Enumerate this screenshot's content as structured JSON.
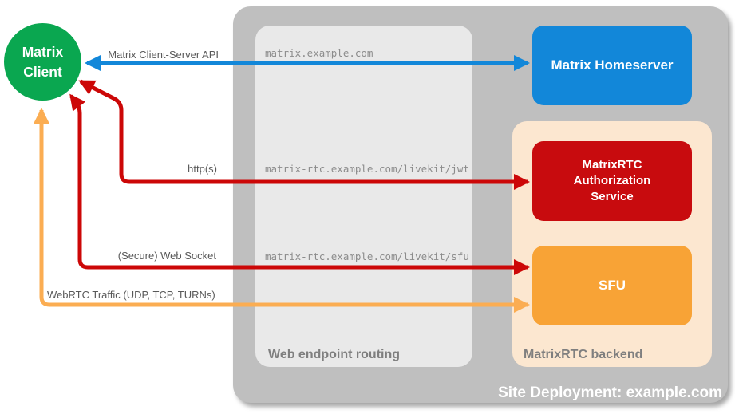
{
  "colors": {
    "green": "#0AA750",
    "blue": "#1287D9",
    "red": "#CC0707",
    "red-box": "#C80B0E",
    "orange-box": "#F8A336",
    "orange-arrow": "#FBAD52",
    "peach": "#FCE7D0",
    "gray-outer": "#BFBFBF",
    "gray-inner": "#E9E9E9",
    "label-gray": "#595959",
    "mono-gray": "#8C8C8C",
    "container-label-gray": "#7F7F7F"
  },
  "containers": {
    "site": {
      "label": "Site Deployment: example.com"
    },
    "routing": {
      "label": "Web endpoint routing"
    },
    "backend": {
      "label": "MatrixRTC backend"
    }
  },
  "nodes": {
    "client": {
      "lines": [
        "Matrix",
        "Client"
      ]
    },
    "homeserver": {
      "label": "Matrix Homeserver"
    },
    "auth_service": {
      "lines": [
        "MatrixRTC",
        "Authorization",
        "Service"
      ]
    },
    "sfu": {
      "label": "SFU"
    }
  },
  "edges": {
    "client_server_api": {
      "label": "Matrix Client-Server API",
      "endpoint": "matrix.example.com",
      "color": "#1287D9",
      "direction": "bidirectional"
    },
    "https": {
      "label": "http(s)",
      "endpoint": "matrix-rtc.example.com/livekit/jwt",
      "color": "#CC0707",
      "direction": "bidirectional"
    },
    "websocket": {
      "label": "(Secure) Web Socket",
      "endpoint": "matrix-rtc.example.com/livekit/sfu",
      "color": "#CC0707",
      "direction": "bidirectional"
    },
    "webrtc": {
      "label": "WebRTC Traffic (UDP, TCP, TURNs)",
      "color": "#FBAD52",
      "direction": "bidirectional"
    }
  }
}
